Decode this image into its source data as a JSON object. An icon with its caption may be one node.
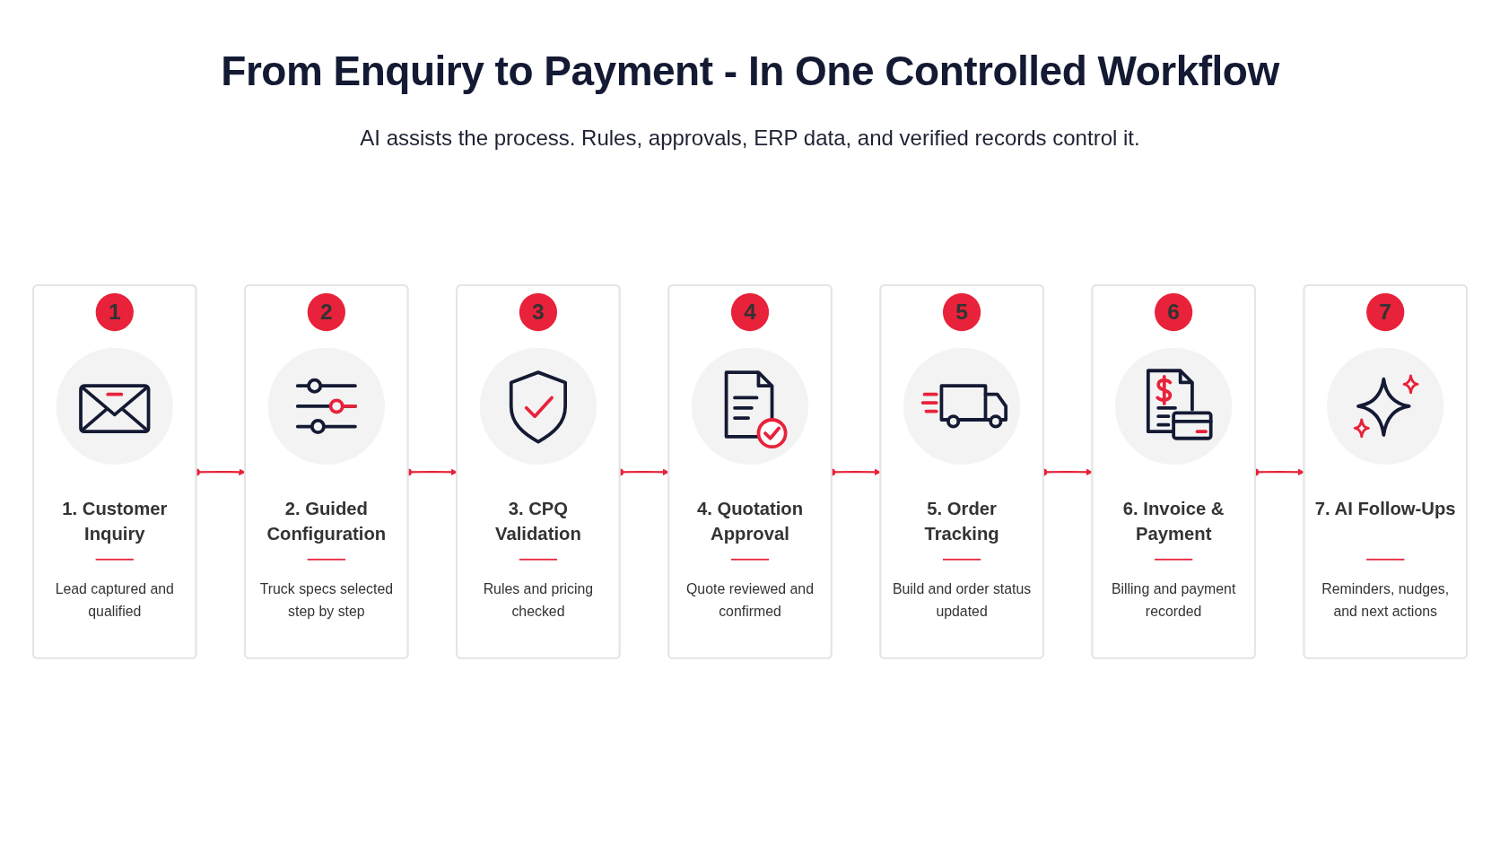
{
  "diagram": {
    "title": "From Enquiry to Payment - In One Controlled Workflow",
    "nodes": [
      {
        "text": [
          "1",
          "1. Customer Inquiry",
          "Lead captured and qualified"
        ]
      },
      {
        "text": [
          "2",
          "2. Guided Configuration",
          "Truck specs selected step by step"
        ]
      },
      {
        "text": [
          "3",
          "3. CPQ Validation",
          "Rules and pricing checked"
        ]
      },
      {
        "text": [
          "4",
          "4. Quotation Approval",
          "Quote reviewed and confirmed"
        ]
      },
      {
        "text": [
          "5",
          "5. Order Tracking",
          "Build and order status updated"
        ]
      },
      {
        "text": [
          "6",
          "6. Invoice & Payment",
          "Billing and payment recorded"
        ]
      },
      {
        "text": [
          "7",
          "7. AI Follow-Ups",
          "Reminders, nudges, and next actions"
        ]
      }
    ],
    "edges": [
      {
        "from": 0,
        "to": 1,
        "arrow": "to"
      },
      {
        "from": 1,
        "to": 2,
        "arrow": "to"
      },
      {
        "from": 2,
        "to": 3,
        "arrow": "to"
      },
      {
        "from": 3,
        "to": 4,
        "arrow": "to"
      },
      {
        "from": 4,
        "to": 5,
        "arrow": "to"
      },
      {
        "from": 5,
        "to": 6,
        "arrow": "to"
      }
    ],
    "labels": [
      "AI assists the process. Rules, approvals, ERP data, and verified records control it."
    ]
  }
}
